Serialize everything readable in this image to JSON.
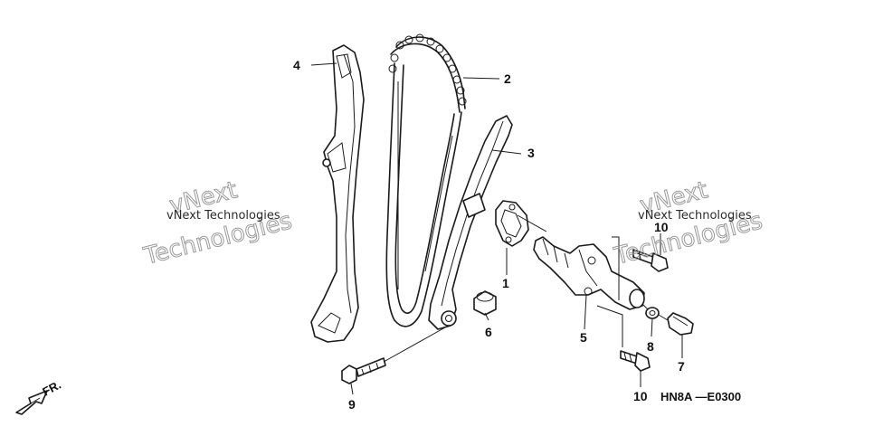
{
  "callouts": {
    "c1": "1",
    "c2": "2",
    "c3": "3",
    "c4": "4",
    "c5": "5",
    "c6": "6",
    "c7": "7",
    "c8": "8",
    "c9": "9",
    "c10a": "10",
    "c10b": "10"
  },
  "diagram_code": "HN8A —E0300",
  "direction_label": "FR.",
  "watermark": {
    "company": "vNext Technologies",
    "line1": "vNext",
    "line2": "Technologies"
  }
}
